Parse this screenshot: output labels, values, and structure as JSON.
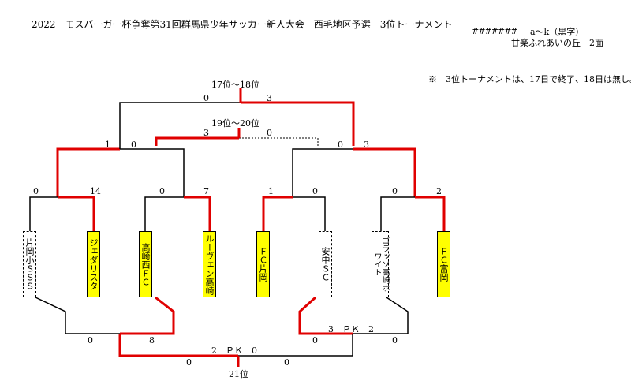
{
  "header": {
    "title": "2022　モスバーガー杯争奪第31回群馬県少年サッカー新人大会　西毛地区予選　3位トーナメント",
    "hash": "#######",
    "group": "a～k（黒字）",
    "venue": "甘楽ふれあいの丘　2面",
    "note": "※　3位トーナメントは、17日で終了、18日は無し。"
  },
  "bracket": {
    "label_17_18": "17位～18位",
    "label_19_20": "19位～20位",
    "label_21": "21位",
    "pk_bottom": "2　ＰＫ　0",
    "pk_right": "3　ＰＫ　2",
    "scores": {
      "s17_left": "0",
      "s17_right": "3",
      "s19_left": "3",
      "s19_right": "0",
      "sf_left_a": "1",
      "sf_left_b": "0",
      "sf_right_a": "0",
      "sf_right_b": "3",
      "q1_a": "0",
      "q1_b": "14",
      "q2_a": "0",
      "q2_b": "7",
      "q3_a": "1",
      "q3_b": "0",
      "q4_a": "0",
      "q4_b": "2",
      "b_left_a": "0",
      "b_left_b": "8",
      "b_right_a": "0",
      "b_right_b": "0",
      "f21_a": "0",
      "f21_b": "0"
    },
    "teams": [
      {
        "name": "片岡小ＳＳＳ",
        "result": "lose"
      },
      {
        "name": "ジェダリスタ",
        "result": "win"
      },
      {
        "name": "高崎西ＦＣ",
        "result": "win"
      },
      {
        "name": "ルーヴェン高崎",
        "result": "win"
      },
      {
        "name": "ＦＣ片岡",
        "result": "win"
      },
      {
        "name": "安中ＳＣ",
        "result": "lose"
      },
      {
        "name": "ゴラッソ高崎ホワイト",
        "result": "lose"
      },
      {
        "name": "ＦＣ富岡",
        "result": "win"
      }
    ],
    "colors": {
      "win_line": "#e00000",
      "lose_line": "#000000",
      "win_fill": "#ffff00"
    }
  }
}
